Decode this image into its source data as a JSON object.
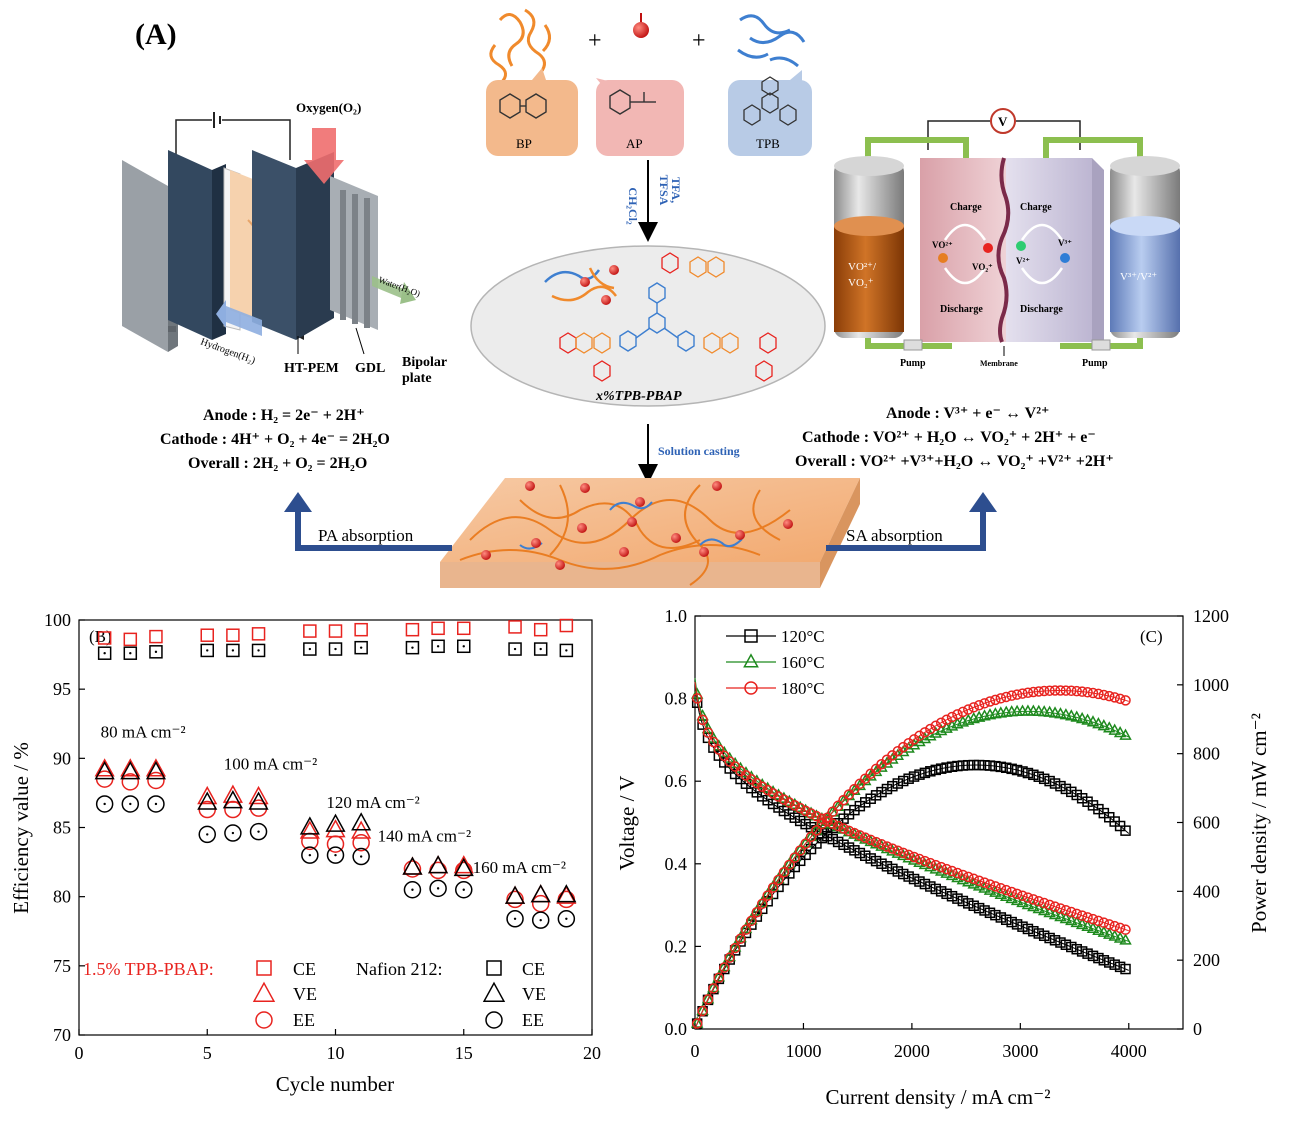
{
  "panel_a": {
    "label": "(A)",
    "monomers": [
      {
        "name": "BP",
        "color": "#f3b98c",
        "chain_color": "#f08a2c"
      },
      {
        "name": "AP",
        "color": "#f2b7b4",
        "chain_color": "#e23a2e"
      },
      {
        "name": "TPB",
        "color": "#b8cbe6",
        "chain_color": "#3e7fd0"
      }
    ],
    "plus": "+",
    "reagents": [
      "CH₂Cl₂",
      "TFSA",
      "TFA,"
    ],
    "polymer_label": "x%TPB-PBAP",
    "solution_casting": "Solution casting",
    "pa_absorption": "PA absorption",
    "sa_absorption": "SA absorption",
    "fuel_cell": {
      "oxygen": "Oxygen(O₂)",
      "hydrogen": "Hydrogen(H₂)",
      "water": "Water(H₂O)",
      "ht_pem": "HT-PEM",
      "gdl": "GDL",
      "bipolar": "Bipolar",
      "plate": "plate",
      "equations": [
        "Anode : H₂ = 2e⁻ + 2H⁺",
        "Cathode : 4H⁺ + O₂ + 4e⁻ = 2H₂O",
        "Overall : 2H₂ + O₂ = 2H₂O"
      ]
    },
    "vrfb": {
      "voltmeter": "V",
      "left_tank": [
        "VO²⁺/",
        "VO₂⁺"
      ],
      "right_tank": "V³⁺/V²⁺",
      "charge": "Charge",
      "discharge": "Discharge",
      "ion_left_1": "VO²⁺",
      "ion_left_2": "VO₂⁺",
      "ion_right_1": "V²⁺",
      "ion_right_2": "V³⁺",
      "pump": "Pump",
      "membrane": "Membrane",
      "equations": [
        "Anode :  V³⁺ + e⁻ ↔  V²⁺",
        "Cathode :  VO²⁺ + H₂O ↔  VO₂⁺ + 2H⁺ + e⁻",
        "Overall : VO²⁺ +V³⁺+H₂O ↔ VO₂⁺ +V²⁺ +2H⁺"
      ]
    }
  },
  "chart_data": [
    {
      "panel": "(B)",
      "type": "scatter",
      "xlabel": "Cycle number",
      "ylabel": "Efficiency value / %",
      "xlim": [
        0,
        20
      ],
      "ylim": [
        70,
        100
      ],
      "xticks": [
        0,
        5,
        10,
        15,
        20
      ],
      "yticks": [
        70,
        75,
        80,
        85,
        90,
        95,
        100
      ],
      "current_labels": [
        {
          "text": "80 mA cm⁻²",
          "x": 1,
          "y": 91.5
        },
        {
          "text": "100 mA cm⁻²",
          "x": 5.8,
          "y": 89.2
        },
        {
          "text": "120 mA cm⁻²",
          "x": 9.8,
          "y": 86.4
        },
        {
          "text": "140 mA cm⁻²",
          "x": 11.8,
          "y": 84.0
        },
        {
          "text": "160 mA cm⁻²",
          "x": 15.5,
          "y": 81.7
        }
      ],
      "legend": {
        "group1": "1.5% TPB-PBAP:",
        "group2": "Nafion 212:",
        "ce": "CE",
        "ve": "VE",
        "ee": "EE"
      },
      "colors": {
        "tpb": "#e8231f",
        "nafion": "#000000"
      },
      "x": [
        1,
        2,
        3,
        5,
        6,
        7,
        9,
        10,
        11,
        13,
        14,
        15,
        17,
        18,
        19
      ],
      "series": [
        {
          "name": "TPB CE",
          "marker": "square",
          "color": "#e8231f",
          "values": [
            98.7,
            98.6,
            98.8,
            98.9,
            98.9,
            99.0,
            99.2,
            99.2,
            99.3,
            99.3,
            99.4,
            99.4,
            99.5,
            99.3,
            99.6
          ]
        },
        {
          "name": "TPB VE",
          "marker": "triangle",
          "color": "#e8231f",
          "values": [
            89.2,
            89.2,
            89.2,
            87.2,
            87.3,
            87.2,
            84.7,
            84.8,
            84.7,
            82.1,
            82.2,
            82.2,
            80.0,
            80.1,
            80.0
          ]
        },
        {
          "name": "TPB EE",
          "marker": "circle",
          "color": "#e8231f",
          "values": [
            88.5,
            88.3,
            88.4,
            86.3,
            86.3,
            86.4,
            84.0,
            83.8,
            83.9,
            82.0,
            81.9,
            81.9,
            79.8,
            79.5,
            79.8
          ]
        },
        {
          "name": "Nafion CE",
          "marker": "square",
          "color": "#000000",
          "values": [
            97.6,
            97.6,
            97.7,
            97.8,
            97.8,
            97.8,
            97.9,
            97.9,
            98.0,
            98.0,
            98.1,
            98.1,
            97.9,
            97.9,
            97.8
          ]
        },
        {
          "name": "Nafion VE",
          "marker": "triangle",
          "color": "#000000",
          "values": [
            89.0,
            89.0,
            89.0,
            86.8,
            86.9,
            86.8,
            85.0,
            85.2,
            85.3,
            82.1,
            82.2,
            82.0,
            80.0,
            80.1,
            80.1
          ]
        },
        {
          "name": "Nafion EE",
          "marker": "circle",
          "color": "#000000",
          "values": [
            86.7,
            86.7,
            86.7,
            84.5,
            84.6,
            84.7,
            83.0,
            83.0,
            82.9,
            80.5,
            80.6,
            80.5,
            78.4,
            78.3,
            78.4
          ]
        }
      ]
    },
    {
      "panel": "(C)",
      "type": "line",
      "xlabel": "Current density / mA cm⁻²",
      "ylabel": "Voltage / V",
      "y2label": "Power density / mW cm⁻²",
      "xlim": [
        0,
        4500
      ],
      "ylim": [
        0,
        1.0
      ],
      "y2lim": [
        0,
        1200
      ],
      "xticks": [
        0,
        1000,
        2000,
        3000,
        4000
      ],
      "yticks": [
        0.0,
        0.2,
        0.4,
        0.6,
        0.8,
        1.0
      ],
      "y2ticks": [
        0,
        200,
        400,
        600,
        800,
        1000,
        1200
      ],
      "series": [
        {
          "name": "120°C",
          "marker": "square",
          "color": "#000000",
          "ocv": 0.83,
          "v_end": 0.142,
          "x_max": 4000
        },
        {
          "name": "160°C",
          "marker": "triangle",
          "color": "#1e8a1e",
          "ocv": 0.85,
          "v_end": 0.212,
          "x_max": 4000
        },
        {
          "name": "180°C",
          "marker": "circle",
          "color": "#e8231f",
          "ocv": 0.84,
          "v_end": 0.238,
          "x_max": 4000
        }
      ]
    }
  ]
}
